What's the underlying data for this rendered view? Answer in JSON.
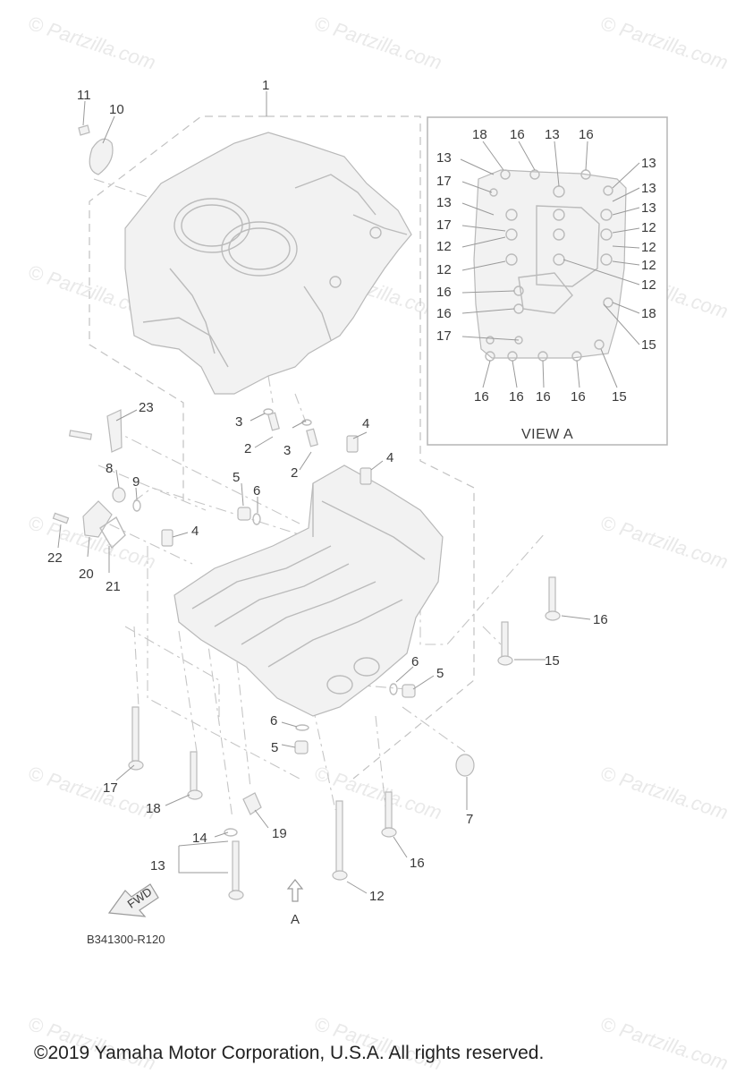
{
  "watermark": "© Partzilla.com",
  "diagram_code": "B341300-R120",
  "copyright": "©2019 Yamaha Motor Corporation, U.S.A. All rights reserved.",
  "view_a_label": "VIEW A",
  "direction_label": "A",
  "fwd_label": "FWD",
  "callouts": [
    "1",
    "2",
    "2",
    "3",
    "3",
    "4",
    "4",
    "4",
    "5",
    "5",
    "5",
    "6",
    "6",
    "6",
    "7",
    "8",
    "9",
    "10",
    "11",
    "12",
    "13",
    "14",
    "15",
    "16",
    "16",
    "17",
    "18",
    "19",
    "20",
    "21",
    "22",
    "23"
  ],
  "view_a_callouts": [
    "18",
    "16",
    "13",
    "16",
    "13",
    "13",
    "17",
    "13",
    "13",
    "13",
    "17",
    "12",
    "12",
    "12",
    "12",
    "12",
    "16",
    "12",
    "16",
    "18",
    "17",
    "15",
    "16",
    "16",
    "16",
    "16",
    "15"
  ]
}
